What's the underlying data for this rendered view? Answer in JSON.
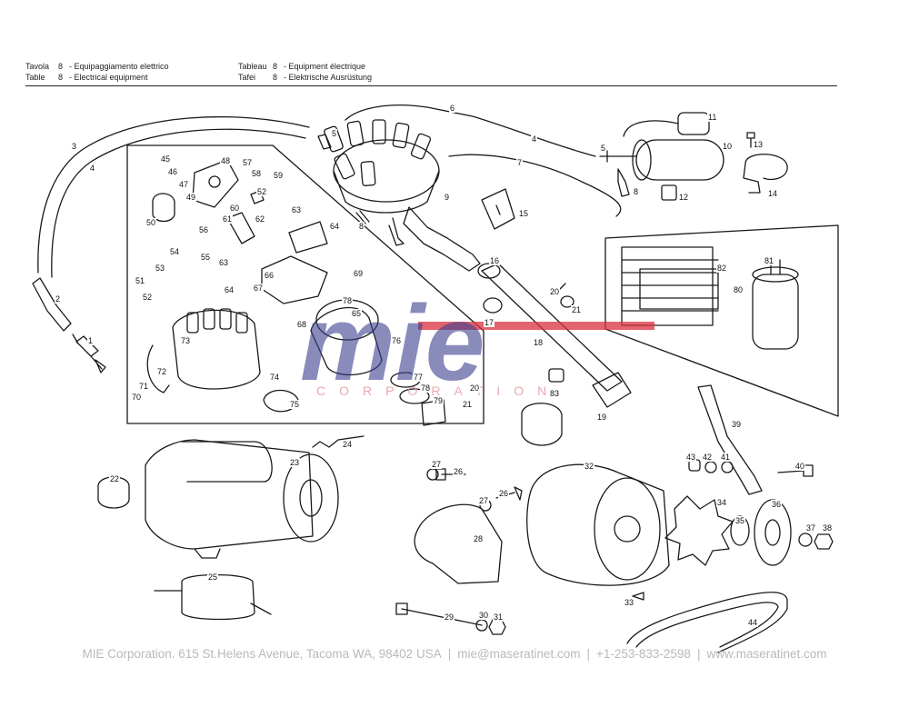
{
  "header": {
    "it_label": "Tavola",
    "it_num": "8",
    "it_title": "- Equipaggiamento elettrico",
    "en_label": "Table",
    "en_num": "8",
    "en_title": "- Electrical equipment",
    "fr_label": "Tableau",
    "fr_num": "8",
    "fr_title": "- Equipment électrique",
    "de_label": "Tafei",
    "de_num": "8",
    "de_title": "- Elektrische Ausrüstung"
  },
  "watermark": {
    "brand": "mie",
    "subtitle": "CORPORATION"
  },
  "footer": {
    "company": "MIE Corporation. 615 St.Helens Avenue, Tacoma WA, 98402 USA",
    "email": "mie@maseratinet.com",
    "phone": "+1-253-833-2598",
    "website": "www.maseratinet.com",
    "separator": "|"
  },
  "part_numbers": [
    "1",
    "2",
    "3",
    "4",
    "5",
    "5",
    "6",
    "4",
    "7",
    "8",
    "8",
    "9",
    "10",
    "11",
    "12",
    "13",
    "14",
    "15",
    "16",
    "17",
    "18",
    "19",
    "20",
    "21",
    "20",
    "21",
    "22",
    "23",
    "24",
    "25",
    "26",
    "26",
    "27",
    "27",
    "28",
    "29",
    "30",
    "31",
    "32",
    "33",
    "34",
    "35",
    "36",
    "37",
    "38",
    "39",
    "40",
    "41",
    "42",
    "43",
    "44",
    "45",
    "46",
    "47",
    "48",
    "49",
    "50",
    "51",
    "52",
    "53",
    "54",
    "55",
    "56",
    "57",
    "58",
    "52",
    "59",
    "60",
    "61",
    "62",
    "63",
    "63",
    "64",
    "64",
    "65",
    "66",
    "67",
    "68",
    "69",
    "70",
    "71",
    "72",
    "73",
    "74",
    "75",
    "76",
    "77",
    "78",
    "78",
    "79",
    "80",
    "81",
    "82",
    "83"
  ],
  "colors": {
    "line": "#1a1a1a",
    "watermark_blue": "#3c3f8f",
    "watermark_red": "#d9303c",
    "footer_text": "#b9b9b9"
  }
}
